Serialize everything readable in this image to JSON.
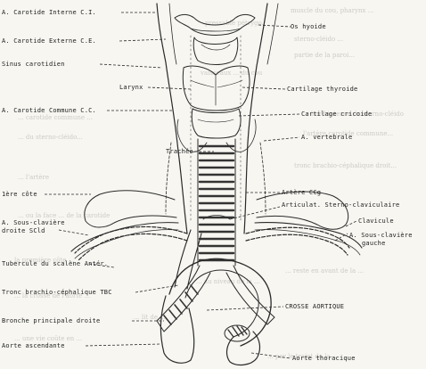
{
  "diagram": {
    "labels": {
      "os_hyoide": "Os hyoide",
      "carotide_interne": "A. Carotide Interne  C.I.",
      "carotide_externe": "A. Carotide Externe  C.E.",
      "sinus_carotidien": "Sinus carotidien",
      "larynx": "Larynx",
      "cartilage_thyroide": "Cartilage thyroide",
      "carotide_commune": "A. Carotide Commune  C.C.",
      "cartilage_cricoide": "Cartilage cricoide",
      "vertebrale": "A. vertebrale",
      "trachee": "Trachée",
      "artere_cc": "Artère CCg",
      "articulat_sterno": "Articulat. Sterno-claviculaire",
      "clavicule": "Clavicule",
      "iere_cote": "1ère côte",
      "sous_claviere_droite_1": "A. Sous-clavière",
      "sous_claviere_droite_2": "droite  SCld",
      "sous_claviere_gauche_1": "A. Sous-clavière",
      "sous_claviere_gauche_2": "gauche",
      "tubercule_scalene": "Tubercule du scalène Antér.",
      "tronc_brachio": "Tronc brachio-céphalique TBC",
      "crosse_aortique": "CROSSE AORTIQUE",
      "bronche_droite": "Bronche principale droite",
      "aorte_ascendante": "Aorte ascendante",
      "aorte_thoracique": "Aorte thoracique"
    },
    "background_text": [
      "muscle du cou, pharynx ...",
      "pressable pétrygo.",
      "sterno-cléido ...",
      "partie de la paroi...",
      "vaisseaux ... du cou",
      "... bord interne du sterno-cléido",
      "... carotide commune ...",
      "l'artère carotide commune...",
      "... du sterno-cléido...",
      "tronc brachio-céphalique droit...",
      "... l'artère",
      "... ou la face ... de la carotide",
      "... reste en avant de la ...",
      "la première côte ...",
      "... au niveau de la ...",
      "... la crosse de l'aorte ...",
      "... lit de ...",
      "... une vie coûte en ...",
      "... par le trajet de la ..."
    ]
  }
}
